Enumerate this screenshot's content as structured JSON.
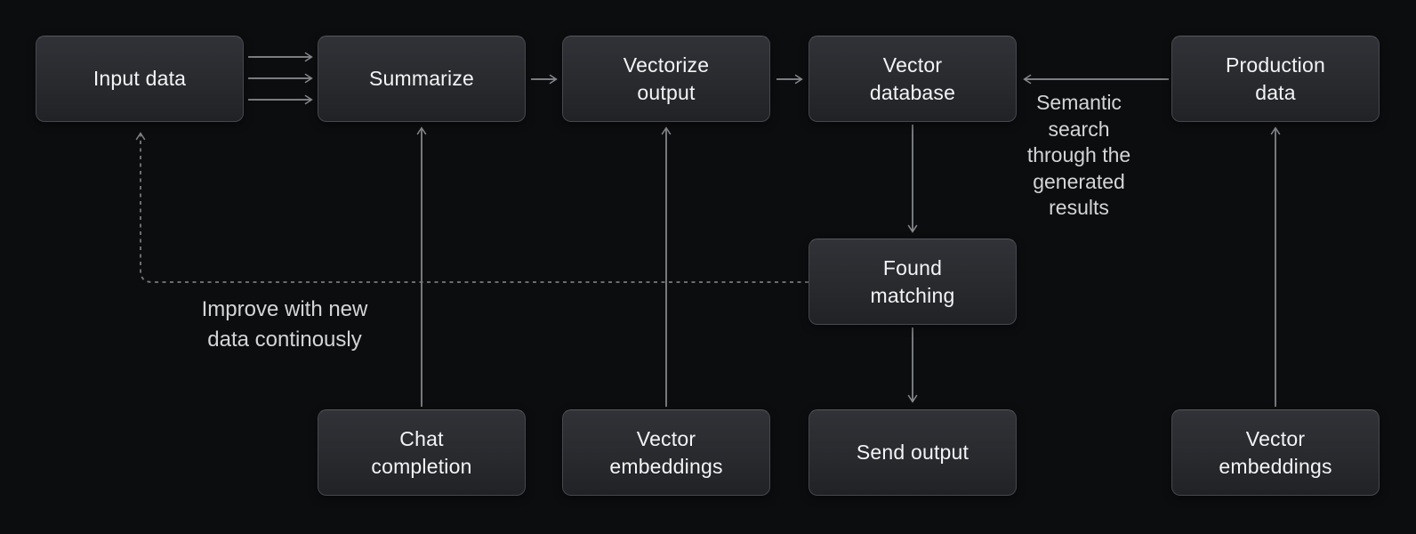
{
  "diagram": {
    "background_color": "#0c0d0f",
    "node_fill_top": "#303237",
    "node_fill_bottom": "#202226",
    "node_border_color": "#45484d",
    "node_text_color": "#f3f4f5",
    "arrow_color": "#8a8c90",
    "dashed_arrow_color": "#77797c",
    "annotation_text_color": "#d4d5d7"
  },
  "nodes": {
    "input_data": {
      "label": "Input data"
    },
    "summarize": {
      "label": "Summarize"
    },
    "vectorize_output": {
      "label": "Vectorize\noutput"
    },
    "vector_database": {
      "label": "Vector\ndatabase"
    },
    "production_data": {
      "label": "Production\ndata"
    },
    "found_matching": {
      "label": "Found\nmatching"
    },
    "chat_completion": {
      "label": "Chat\ncompletion"
    },
    "vector_embeddings_left": {
      "label": "Vector\nembeddings"
    },
    "send_output": {
      "label": "Send output"
    },
    "vector_embeddings_right": {
      "label": "Vector\nembeddings"
    }
  },
  "annotations": {
    "semantic_search": {
      "text": "Semantic\nsearch\nthrough the\ngenerated\nresults"
    },
    "improve": {
      "text": "Improve with new\ndata continously"
    }
  },
  "edges": [
    {
      "from": "input_data",
      "to": "summarize",
      "style": "triple-solid-arrow"
    },
    {
      "from": "summarize",
      "to": "vectorize_output",
      "style": "solid-arrow"
    },
    {
      "from": "vectorize_output",
      "to": "vector_database",
      "style": "solid-arrow"
    },
    {
      "from": "production_data",
      "to": "vector_database",
      "style": "solid-arrow",
      "label": "Semantic search through the generated results"
    },
    {
      "from": "vector_database",
      "to": "found_matching",
      "style": "solid-arrow"
    },
    {
      "from": "found_matching",
      "to": "send_output",
      "style": "solid-arrow"
    },
    {
      "from": "chat_completion",
      "to": "summarize",
      "style": "solid-arrow"
    },
    {
      "from": "vector_embeddings_left",
      "to": "vectorize_output",
      "style": "solid-arrow"
    },
    {
      "from": "vector_embeddings_right",
      "to": "production_data",
      "style": "solid-arrow"
    },
    {
      "from": "found_matching",
      "to": "input_data",
      "style": "dashed-arrow",
      "label": "Improve with new data continously"
    }
  ]
}
